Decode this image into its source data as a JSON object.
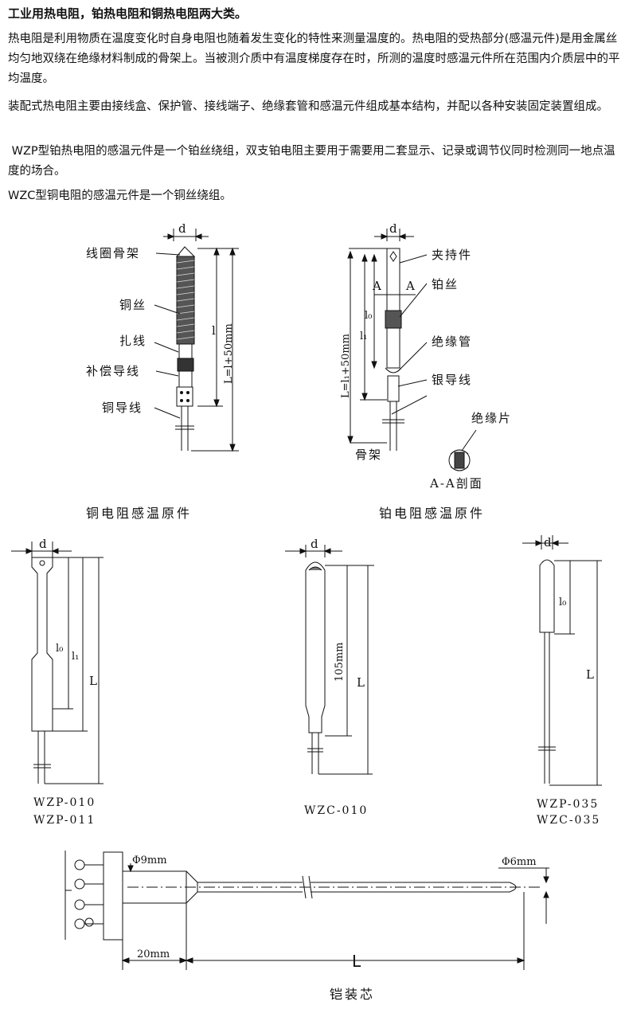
{
  "heading": "工业用热电阻，铂热电阻和铜热电阻两大类。",
  "paragraphs": [
    "热电阻是利用物质在温度变化时自身电阻也随着发生变化的特性来测量温度的。热电阻的受热部分(感温元件)是用金属丝均匀地双绕在绝缘材料制成的骨架上。当被测介质中有温度梯度存在时，所测的温度时感温元件所在范围内介质层中的平均温度。",
    "装配式热电阻主要由接线盒、保护管、接线端子、绝缘套管和感温元件组成基本结构，并配以各种安装固定装置组成。",
    " WZP型铂热电阻的感温元件是一个铂丝绕组，双支铂电阻主要用于需要用二套显示、记录或调节仪同时检测同一地点温度的场合。",
    "WZC型铜电阻的感温元件是一个铜丝绕组。"
  ],
  "copper_element": {
    "caption": "铜电阻感温原件",
    "labels": [
      "线圈骨架",
      "铜丝",
      "扎线",
      "补偿导线",
      "铜导线"
    ],
    "dim_d": "d",
    "dim_l": "l",
    "dim_L": "L=l+50mm"
  },
  "platinum_element": {
    "caption": "铂电阻感温原件",
    "labels": [
      "夹持件",
      "铂丝",
      "绝缘管",
      "银导线",
      "绝缘片",
      "骨架"
    ],
    "section_label": "A-A剖面",
    "section_mark": "A",
    "dim_d": "d",
    "dim_l0": "l₀",
    "dim_l1": "l₁",
    "dim_L": "L=l₁+50mm"
  },
  "models": {
    "wzp010": [
      "WZP-010",
      "WZP-011"
    ],
    "wzp010_dims": {
      "d": "d",
      "l0": "l₀",
      "l1": "l₁",
      "L": "L"
    },
    "wzc010": [
      "WZC-010"
    ],
    "wzc010_dims": {
      "d": "d",
      "len": "105mm",
      "L": "L"
    },
    "wzp035": [
      "WZP-035",
      "WZC-035"
    ],
    "wzp035_dims": {
      "d": "d",
      "l0": "l₀",
      "L": "L"
    }
  },
  "armored": {
    "caption": "铠装芯",
    "dim_phi9": "Φ9mm",
    "dim_phi6": "Φ6mm",
    "dim_20": "20mm",
    "dim_L": "L"
  }
}
